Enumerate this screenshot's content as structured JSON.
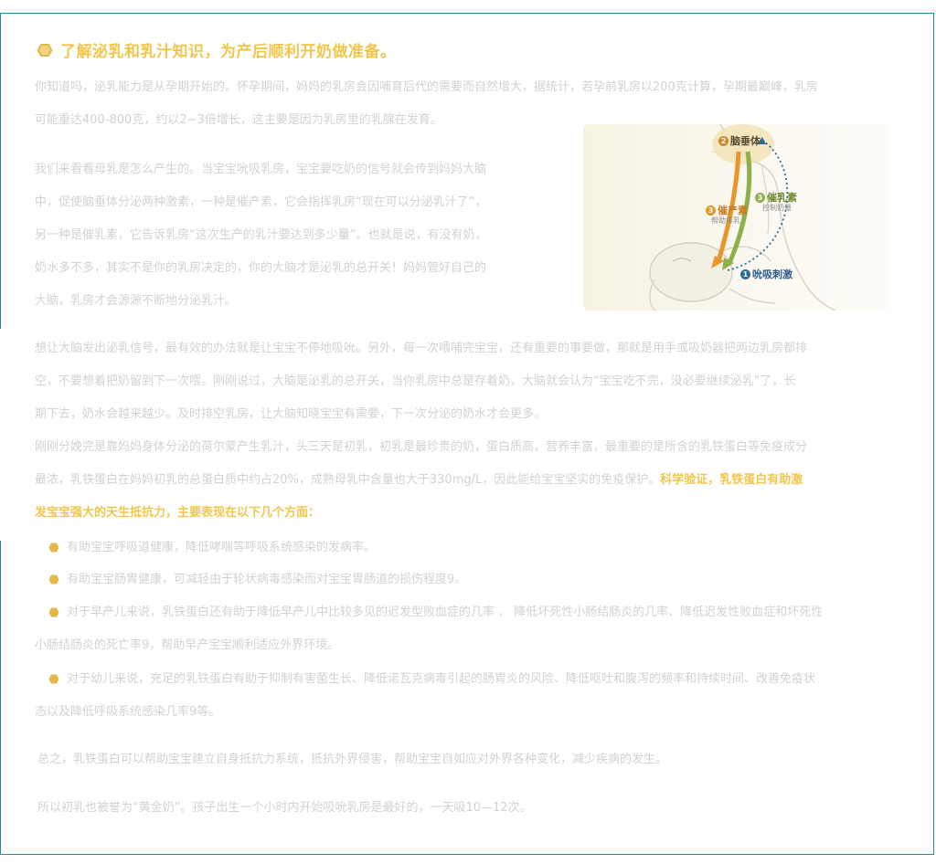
{
  "heading": "了解泌乳和乳汁知识，为产后顺利开奶做准备。",
  "intro": [
    "你知道吗，泌乳能力是从孕期开始的。怀孕期间，妈妈的乳房会因哺育后代的需要而自然增大，据统计，若孕前乳房以200克计算，孕期最巅峰，乳房",
    "可能重达400-800克，约以2~3倍增长，这主要是因为乳房里的乳腺在发育。"
  ],
  "production": [
    "我们来看看母乳是怎么产生的。当宝宝吮吸乳房，宝宝要吃奶的信号就会传到妈妈大脑",
    "中，促使脑垂体分泌两种激素，一种是催产素，它会指挥乳房“现在可以分泌乳汁了”，",
    "另一种是催乳素，它告诉乳房“这次生产的乳汁要达到多少量”。也就是说，有没有奶，",
    "奶水多不多，其实不是你的乳房决定的，你的大脑才是泌乳的总开关！妈妈管好自己的",
    "大脑，乳房才会源源不断地分泌乳汁。"
  ],
  "illustration": {
    "step1": "吮吸刺激",
    "step2": "脑垂体",
    "step3a": "催乳素",
    "step3a_sub": "控制奶量",
    "step3b": "催产素",
    "step3b_sub": "帮助排乳",
    "n1": "1",
    "n2": "2",
    "n3a": "3",
    "n3b": "3"
  },
  "suckling": [
    "想让大脑发出泌乳信号，最有效的办法就是让宝宝不停地吸吮。另外，每一次喂哺完宝宝，还有重要的事要做，那就是用手或吸奶器把两边乳房都排",
    "空，不要想着把奶留到下一次喂。刚刚说过，大脑是泌乳的总开关，当你乳房中总是存着奶，大脑就会认为“宝宝吃不完，没必要继续泌乳”了，长",
    "期下去，奶水会越来越少。及时排空乳房，让大脑知晓宝宝有需要，下一次分泌的奶水才会更多。"
  ],
  "colostrum": [
    "刚刚分娩完是靠妈妈身体分泌的荷尔蒙产生乳汁，头三天是初乳，初乳是最珍贵的奶，蛋白质高，营养丰富，最重要的是所含的乳铁蛋白等免疫成分",
    "最浓，乳铁蛋白在妈妈初乳的总蛋白质中约占20%，成熟母乳中含量也大于330mg/L，因此能给宝宝坚实的免疫保护。"
  ],
  "colostrum_highlight_a": "科学验证，乳铁蛋白有助激",
  "colostrum_highlight_b": "发宝宝强大的天生抵抗力，主要表现在以下几个方面：",
  "bullets": [
    [
      "有助宝宝呼吸道健康，降低哮喘等呼吸系统感染的发病率。"
    ],
    [
      "有助宝宝肠胃健康，可减轻由于轮状病毒感染而对宝宝胃肠道的损伤程度9。"
    ],
    [
      "对于早产儿来说，乳铁蛋白还有助于降低早产儿中比较多见的迟发型败血症的几率 、 降低坏死性小肠结肠炎的几率、降低迟发性败血症和坏死性",
      "小肠结肠炎的死亡率9，帮助早产宝宝顺利适应外界环境。"
    ],
    [
      "对于幼儿来说，充足的乳铁蛋白有助于抑制有害菌生长、降低诺瓦克病毒引起的肠胃炎的风险、降低呕吐和腹泻的频率和持续时间、改善免疫状",
      "态以及降低呼吸系统感染几率9等。"
    ]
  ],
  "summary": "总之，乳铁蛋白可以帮助宝宝建立自身抵抗力系统，抵抗外界侵害，帮助宝宝自如应对外界各种变化，减少疾病的发生。",
  "closing": "所以初乳也被誉为“黄金奶”。孩子出生一个小时内开始吸吮乳房是最好的，一天吸10—12次。",
  "colors": {
    "accent": "#f2c64a",
    "border": "#2a8a9a",
    "body_text": "#d2d2d2",
    "arrow_orange": "#e8962a",
    "arrow_green": "#8db04a",
    "arrow_blue": "#2c6c9c"
  }
}
